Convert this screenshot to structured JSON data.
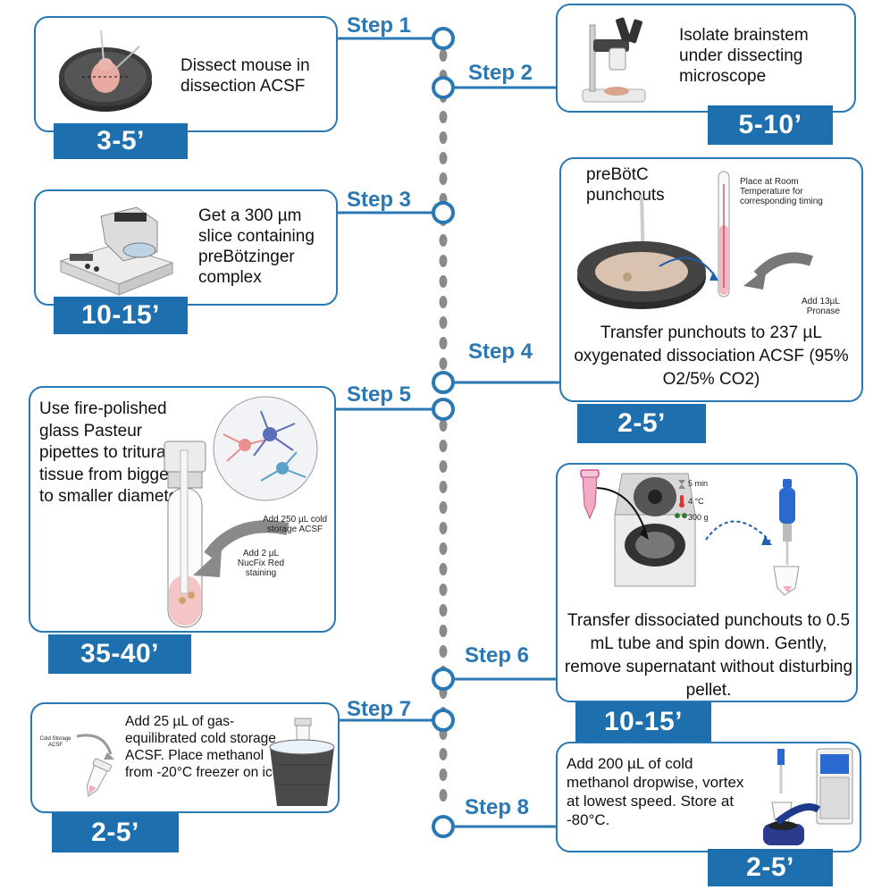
{
  "steps": {
    "s1": {
      "label": "Step 1",
      "text": "Dissect mouse in dissection ACSF",
      "time": "3-5’"
    },
    "s2": {
      "label": "Step 2",
      "text": "Isolate brainstem under dissecting microscope",
      "time": "5-10’"
    },
    "s3": {
      "label": "Step 3",
      "text": "Get a 300 µm slice containing preBötzinger complex",
      "time": "10-15’"
    },
    "s4": {
      "label": "Step 4",
      "title": "preBötC punchouts",
      "note_room": "Place at Room Temperature for corresponding timing",
      "note_pronase": "Add 13µL Pronase",
      "text": "Transfer punchouts to 237 µL oxygenated dissociation ACSF (95% O2/5% CO2)",
      "time": "2-5’"
    },
    "s5": {
      "label": "Step 5",
      "text": "Use fire-polished glass Pasteur pipettes to triturate tissue from bigger to smaller diameter",
      "note_storage": "Add 250 µL cold storage ACSF",
      "note_nucfix": "Add 2 µL NucFix Red staining",
      "time": "35-40’"
    },
    "s6": {
      "label": "Step 6",
      "spin_time": "5 min",
      "spin_temp": "4 °C",
      "spin_force": "300 g",
      "text": "Transfer dissociated punchouts to 0.5 mL tube and spin down. Gently, remove supernatant without disturbing pellet.",
      "time": "10-15’"
    },
    "s7": {
      "label": "Step 7",
      "note_storage": "Cold Storage ACSF",
      "text": "Add 25 µL of gas-equilibrated cold storage ACSF. Place methanol from -20°C freezer on ice.",
      "time": "2-5’"
    },
    "s8": {
      "label": "Step 8",
      "text": "Add 200 µL of cold methanol dropwise, vortex at lowest speed. Store at -80°C.",
      "time": "2-5’"
    }
  },
  "colors": {
    "accent": "#2a78b4",
    "tag": "#1e6fae",
    "timeline": "#8a8a8a"
  },
  "icons": [
    "petri-dish-icon",
    "microscope-icon",
    "vibratome-icon",
    "punchout-dish-icon",
    "test-tube-icon",
    "neurons-icon",
    "centrifuge-icon",
    "pipette-icon",
    "eppendorf-tube-icon",
    "ice-bucket-icon",
    "vortex-icon",
    "freezer-icon"
  ]
}
